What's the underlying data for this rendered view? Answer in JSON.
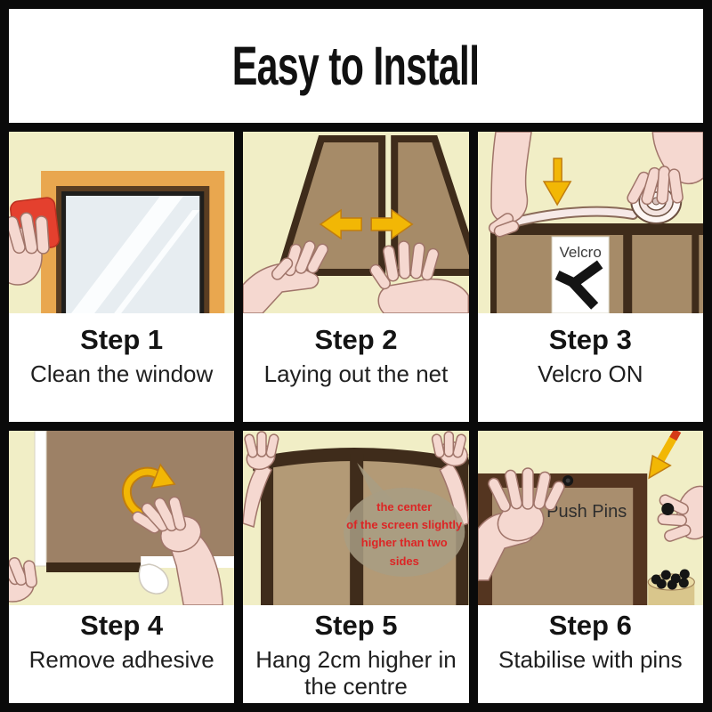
{
  "header": {
    "title": "Easy to Install"
  },
  "steps": [
    {
      "label": "Step 1",
      "caption": "Clean the window"
    },
    {
      "label": "Step 2",
      "caption": "Laying out the net"
    },
    {
      "label": "Step 3",
      "caption": "Velcro ON"
    },
    {
      "label": "Step 4",
      "caption": "Remove adhesive"
    },
    {
      "label": "Step 5",
      "caption": "Hang 2cm higher in the centre"
    },
    {
      "label": "Step 6",
      "caption": "Stabilise with pins"
    }
  ],
  "labels": {
    "velcro": "Velcro",
    "push_pins": "Push Pins"
  },
  "bubble": {
    "lines": [
      "the center",
      "of the screen slightly",
      "higher than two",
      "sides"
    ]
  },
  "icons": [
    "sponge-icon",
    "arrow-left-icon",
    "arrow-right-icon",
    "arrow-down-icon",
    "tape-roll-icon",
    "velcro-hook-icon",
    "rotate-arrow-icon",
    "arrow-down-left-icon",
    "push-pin-icon",
    "pin-bowl-icon",
    "hand-icon"
  ],
  "colors": {
    "border_black": "#0a0a0a",
    "panel_cream": "#f1eec6",
    "net_brown": "#a68b68",
    "frame_dark_brown": "#3f2c1b",
    "screen_brown": "#9d8166",
    "panel5_brown": "#b39a76",
    "panel6_frame": "#543520",
    "window_orange": "#e9a74f",
    "glass_blue": "#e7edf1",
    "arrow_yellow": "#f2b705",
    "skin_pink": "#f5d8d0",
    "sponge_red": "#e4402e",
    "bubble_gray": "#a89e84",
    "bubble_text_red": "#dc2525"
  }
}
